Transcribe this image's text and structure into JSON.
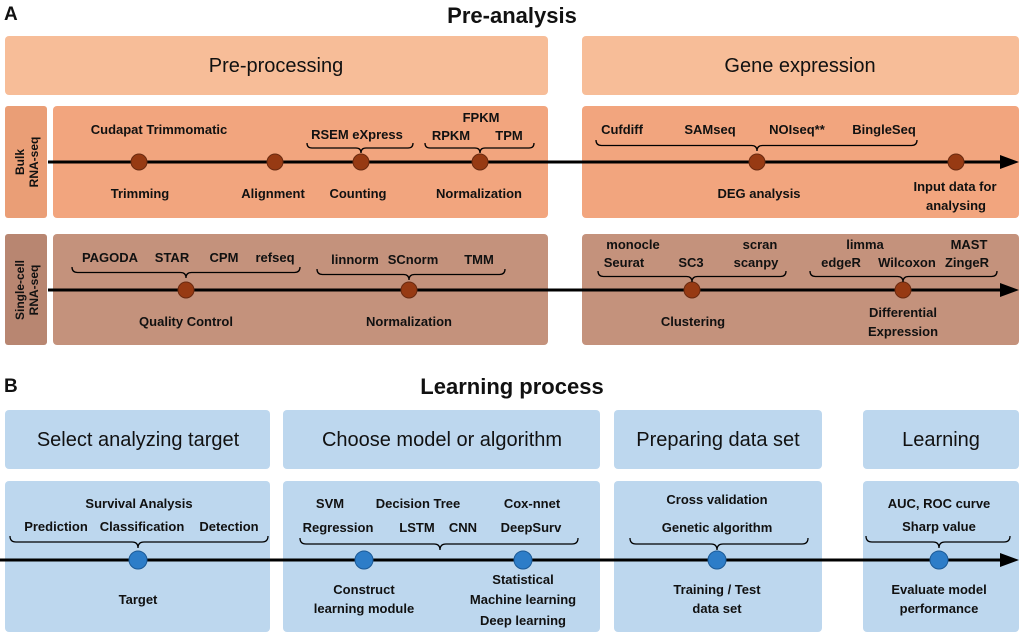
{
  "colors": {
    "pre_header": "#f7bd98",
    "bulk_row": "#f2a57e",
    "bulk_label": "#ea9e76",
    "singlecell_row": "#c4927c",
    "singlecell_label": "#b88671",
    "dot_brown": "#973a13",
    "learning_box": "#bdd7ee",
    "dot_blue": "#2d7dc8",
    "line": "#000000"
  },
  "panel_a": {
    "letter": "A",
    "title": "Pre-analysis",
    "header_preprocessing": "Pre-processing",
    "header_gene_expression": "Gene expression",
    "bulk": {
      "label": [
        "Bulk",
        "RNA-seq"
      ],
      "tools_trimming": "Cudapat Trimmomatic",
      "tools_counting": "RSEM eXpress",
      "tools_normalization": [
        "FPKM",
        "RPKM",
        "TPM"
      ],
      "tools_deg": [
        "Cufdiff",
        "SAMseq",
        "NOIseq**",
        "BingleSeq"
      ],
      "steps": [
        "Trimming",
        "Alignment",
        "Counting",
        "Normalization",
        "DEG analysis"
      ],
      "input_data": [
        "Input data for",
        "analysing"
      ]
    },
    "single_cell": {
      "label": [
        "Single-cell",
        "RNA-seq"
      ],
      "tools_qc": [
        "PAGODA",
        "STAR",
        "CPM",
        "refseq"
      ],
      "tools_normalization": [
        "linnorm",
        "SCnorm",
        "TMM"
      ],
      "tools_clustering": [
        "monocle",
        "scran",
        "Seurat",
        "SC3",
        "scanpy"
      ],
      "tools_de": [
        "limma",
        "MAST",
        "edgeR",
        "Wilcoxon",
        "ZingeR"
      ],
      "steps": [
        "Quality Control",
        "Normalization",
        "Clustering"
      ],
      "differential_expression": [
        "Differential",
        "Expression"
      ]
    }
  },
  "panel_b": {
    "letter": "B",
    "title": "Learning process",
    "headers": [
      "Select analyzing target",
      "Choose model or algorithm",
      "Preparing data set",
      "Learning"
    ],
    "target": {
      "methods": [
        "Survival Analysis",
        "Prediction",
        "Classification",
        "Detection"
      ],
      "step": "Target"
    },
    "model": {
      "methods": [
        "SVM",
        "Decision Tree",
        "Cox-nnet",
        "Regression",
        "LSTM",
        "CNN",
        "DeepSurv"
      ],
      "construct": [
        "Construct",
        "learning module"
      ],
      "types": [
        "Statistical",
        "Machine learning",
        "Deep learning"
      ]
    },
    "data_set": {
      "methods": [
        "Cross validation",
        "Genetic algorithm"
      ],
      "step": [
        "Training / Test",
        "data set"
      ]
    },
    "learning": {
      "methods": [
        "AUC, ROC curve",
        "Sharp value"
      ],
      "step": [
        "Evaluate model",
        "performance"
      ]
    }
  }
}
